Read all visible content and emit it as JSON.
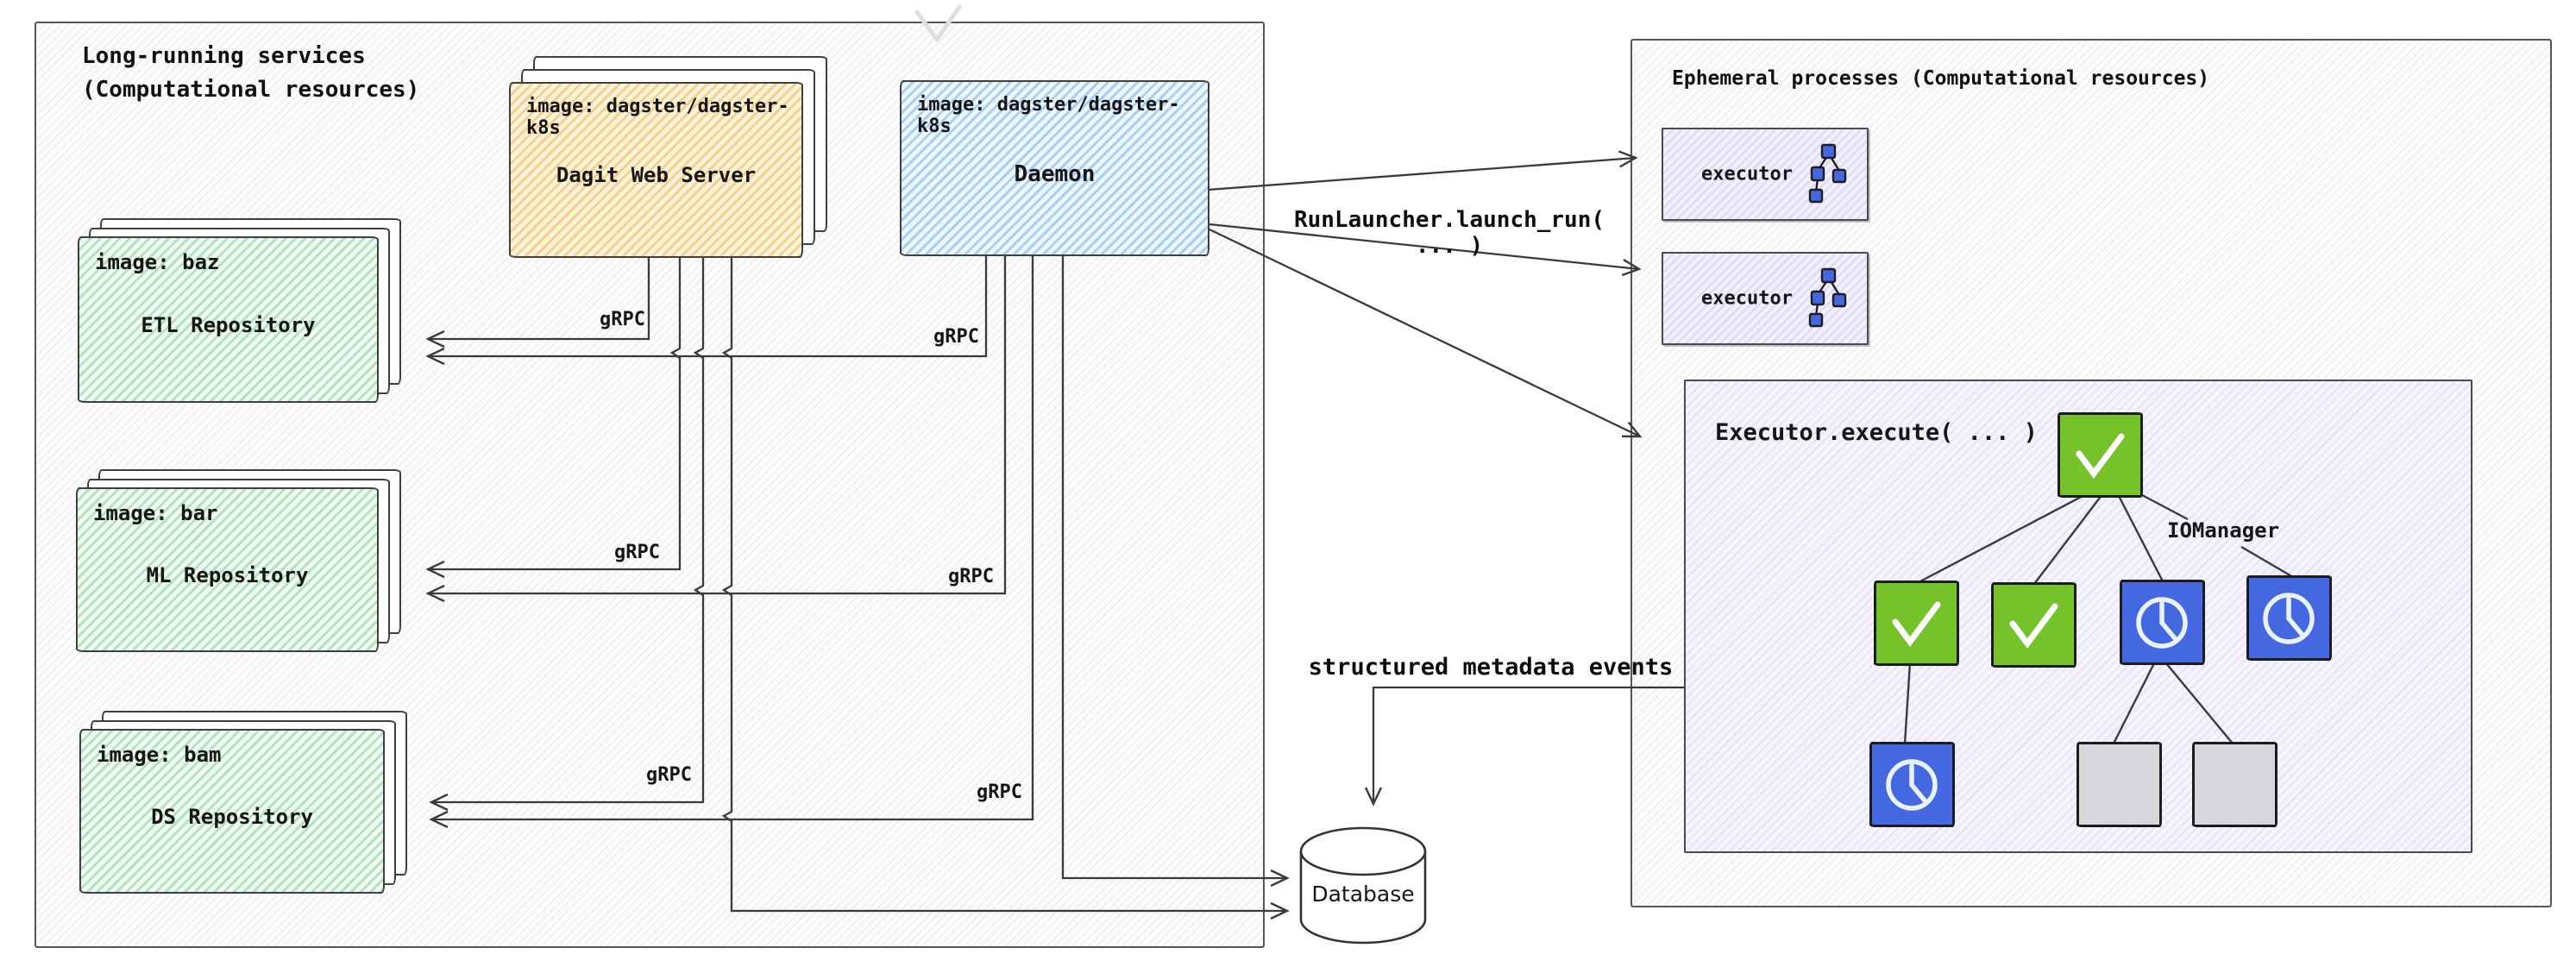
{
  "left_panel": {
    "title": "Long-running services\n(Computational resources)",
    "dagit": {
      "header": "image: dagster/dagster-k8s",
      "label": "Dagit Web Server"
    },
    "daemon": {
      "header": "image: dagster/dagster-k8s",
      "label": "Daemon"
    },
    "repos": {
      "etl": {
        "header": "image: baz",
        "label": "ETL Repository"
      },
      "ml": {
        "header": "image: bar",
        "label": "ML Repository"
      },
      "ds": {
        "header": "image: bam",
        "label": "DS Repository"
      }
    },
    "grpc": [
      "gRPC",
      "gRPC",
      "gRPC",
      "gRPC",
      "gRPC",
      "gRPC"
    ]
  },
  "connections": {
    "run_launcher_label": "RunLauncher.launch_run( ... )",
    "metadata_label": "structured metadata events"
  },
  "database": {
    "label": "Database"
  },
  "right_panel": {
    "title": "Ephemeral processes (Computational resources)",
    "executors": [
      {
        "label": "executor"
      },
      {
        "label": "executor"
      }
    ],
    "execute_box": {
      "title": "Executor.execute( ... )",
      "iomanager_label": "IOManager",
      "dag": {
        "nodes": [
          {
            "id": "root",
            "icon": "check-icon",
            "state": "success"
          },
          {
            "id": "child1",
            "icon": "check-icon",
            "state": "success"
          },
          {
            "id": "child2",
            "icon": "check-icon",
            "state": "success"
          },
          {
            "id": "child3",
            "icon": "clock-icon",
            "state": "in-progress"
          },
          {
            "id": "child4",
            "icon": "clock-icon",
            "state": "in-progress"
          },
          {
            "id": "grandchild1",
            "icon": "clock-icon",
            "state": "in-progress"
          },
          {
            "id": "grandchild2",
            "icon": "none",
            "state": "not-started"
          },
          {
            "id": "grandchild3",
            "icon": "none",
            "state": "not-started"
          }
        ],
        "edges": [
          [
            "root",
            "child1"
          ],
          [
            "root",
            "child2"
          ],
          [
            "root",
            "child3"
          ],
          [
            "root",
            "child4"
          ],
          [
            "child1",
            "grandchild1"
          ],
          [
            "child3",
            "grandchild2"
          ],
          [
            "child3",
            "grandchild3"
          ]
        ]
      }
    }
  },
  "icons": {
    "executor_icon": "dag-icon",
    "database_shape": "database-cylinder",
    "success_icon": "check-icon",
    "waiting_icon": "clock-icon"
  },
  "colors": {
    "node_green": "#76c22b",
    "node_blue": "#4468e0",
    "node_gray": "#d5d7da",
    "dagit_fill": "#f5a93e",
    "daemon_fill": "#6eaff0",
    "repo_fill": "#76cd8c",
    "executor_fill": "#968ceb",
    "line": "#3a3a3a"
  }
}
